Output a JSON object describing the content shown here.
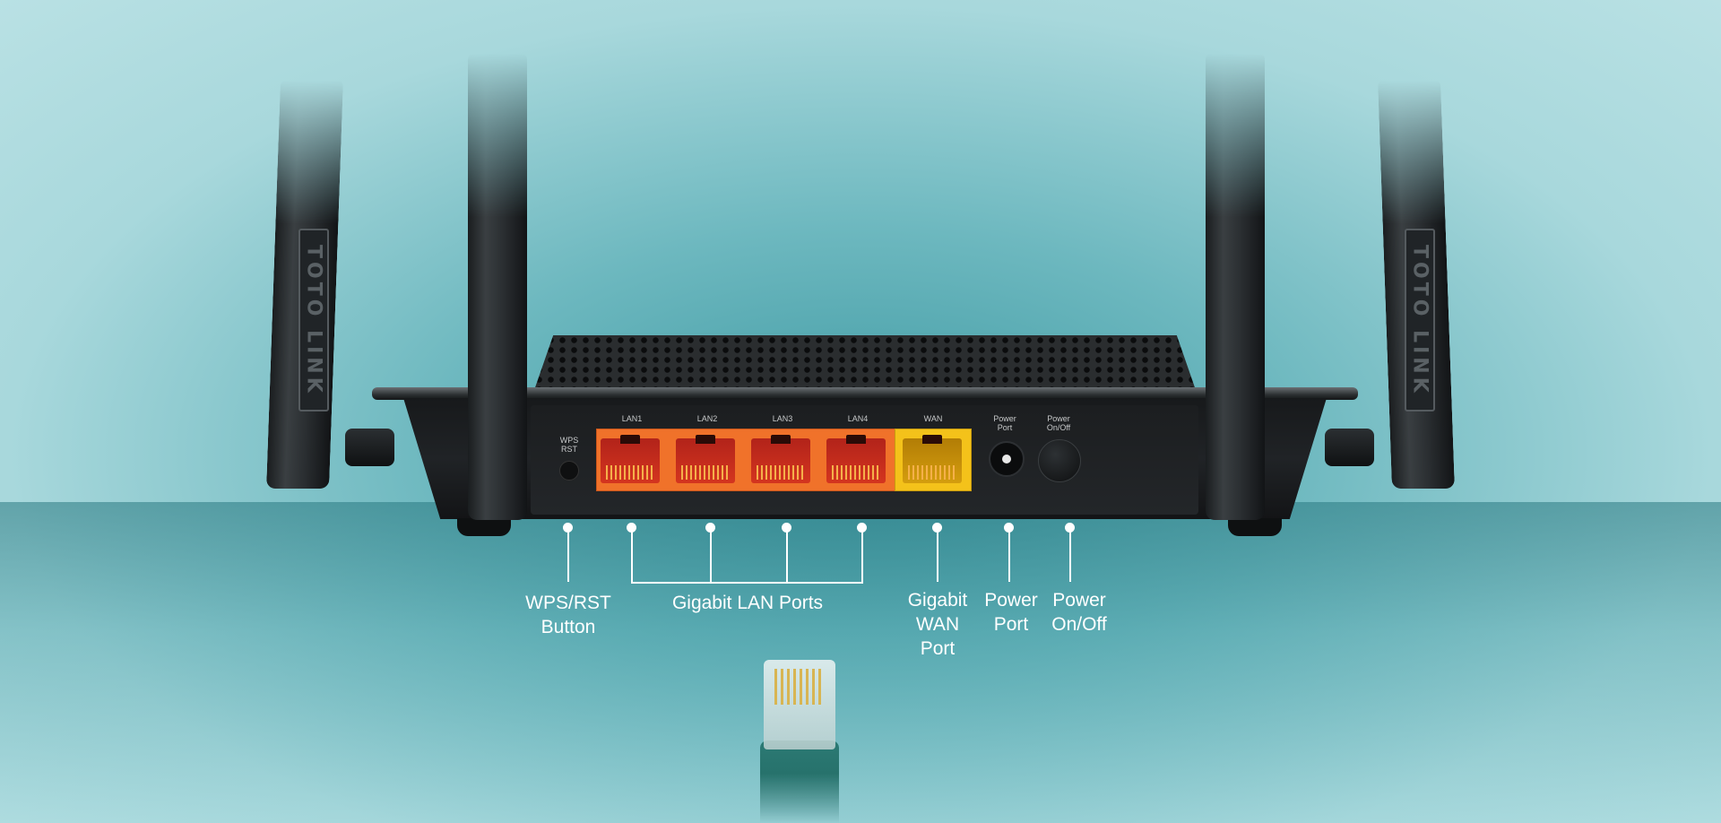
{
  "brand": {
    "logo_text": "TOTO LINK"
  },
  "ports": {
    "wps_label": "WPS\nRST",
    "lan": [
      "LAN1",
      "LAN2",
      "LAN3",
      "LAN4"
    ],
    "wan": "WAN",
    "power_port": "Power\nPort",
    "power_switch": "Power\nOn/Off"
  },
  "callouts": {
    "wps": "WPS/RST\nButton",
    "lan": "Gigabit LAN Ports",
    "wan": "Gigabit\nWAN\nPort",
    "power_port": "Power\nPort",
    "power_switch": "Power\nOn/Off"
  },
  "colors": {
    "lan_port": "#f0722a",
    "wan_port": "#f4c21a",
    "router_body": "#1c1e20",
    "background": "#a8d8dc"
  }
}
